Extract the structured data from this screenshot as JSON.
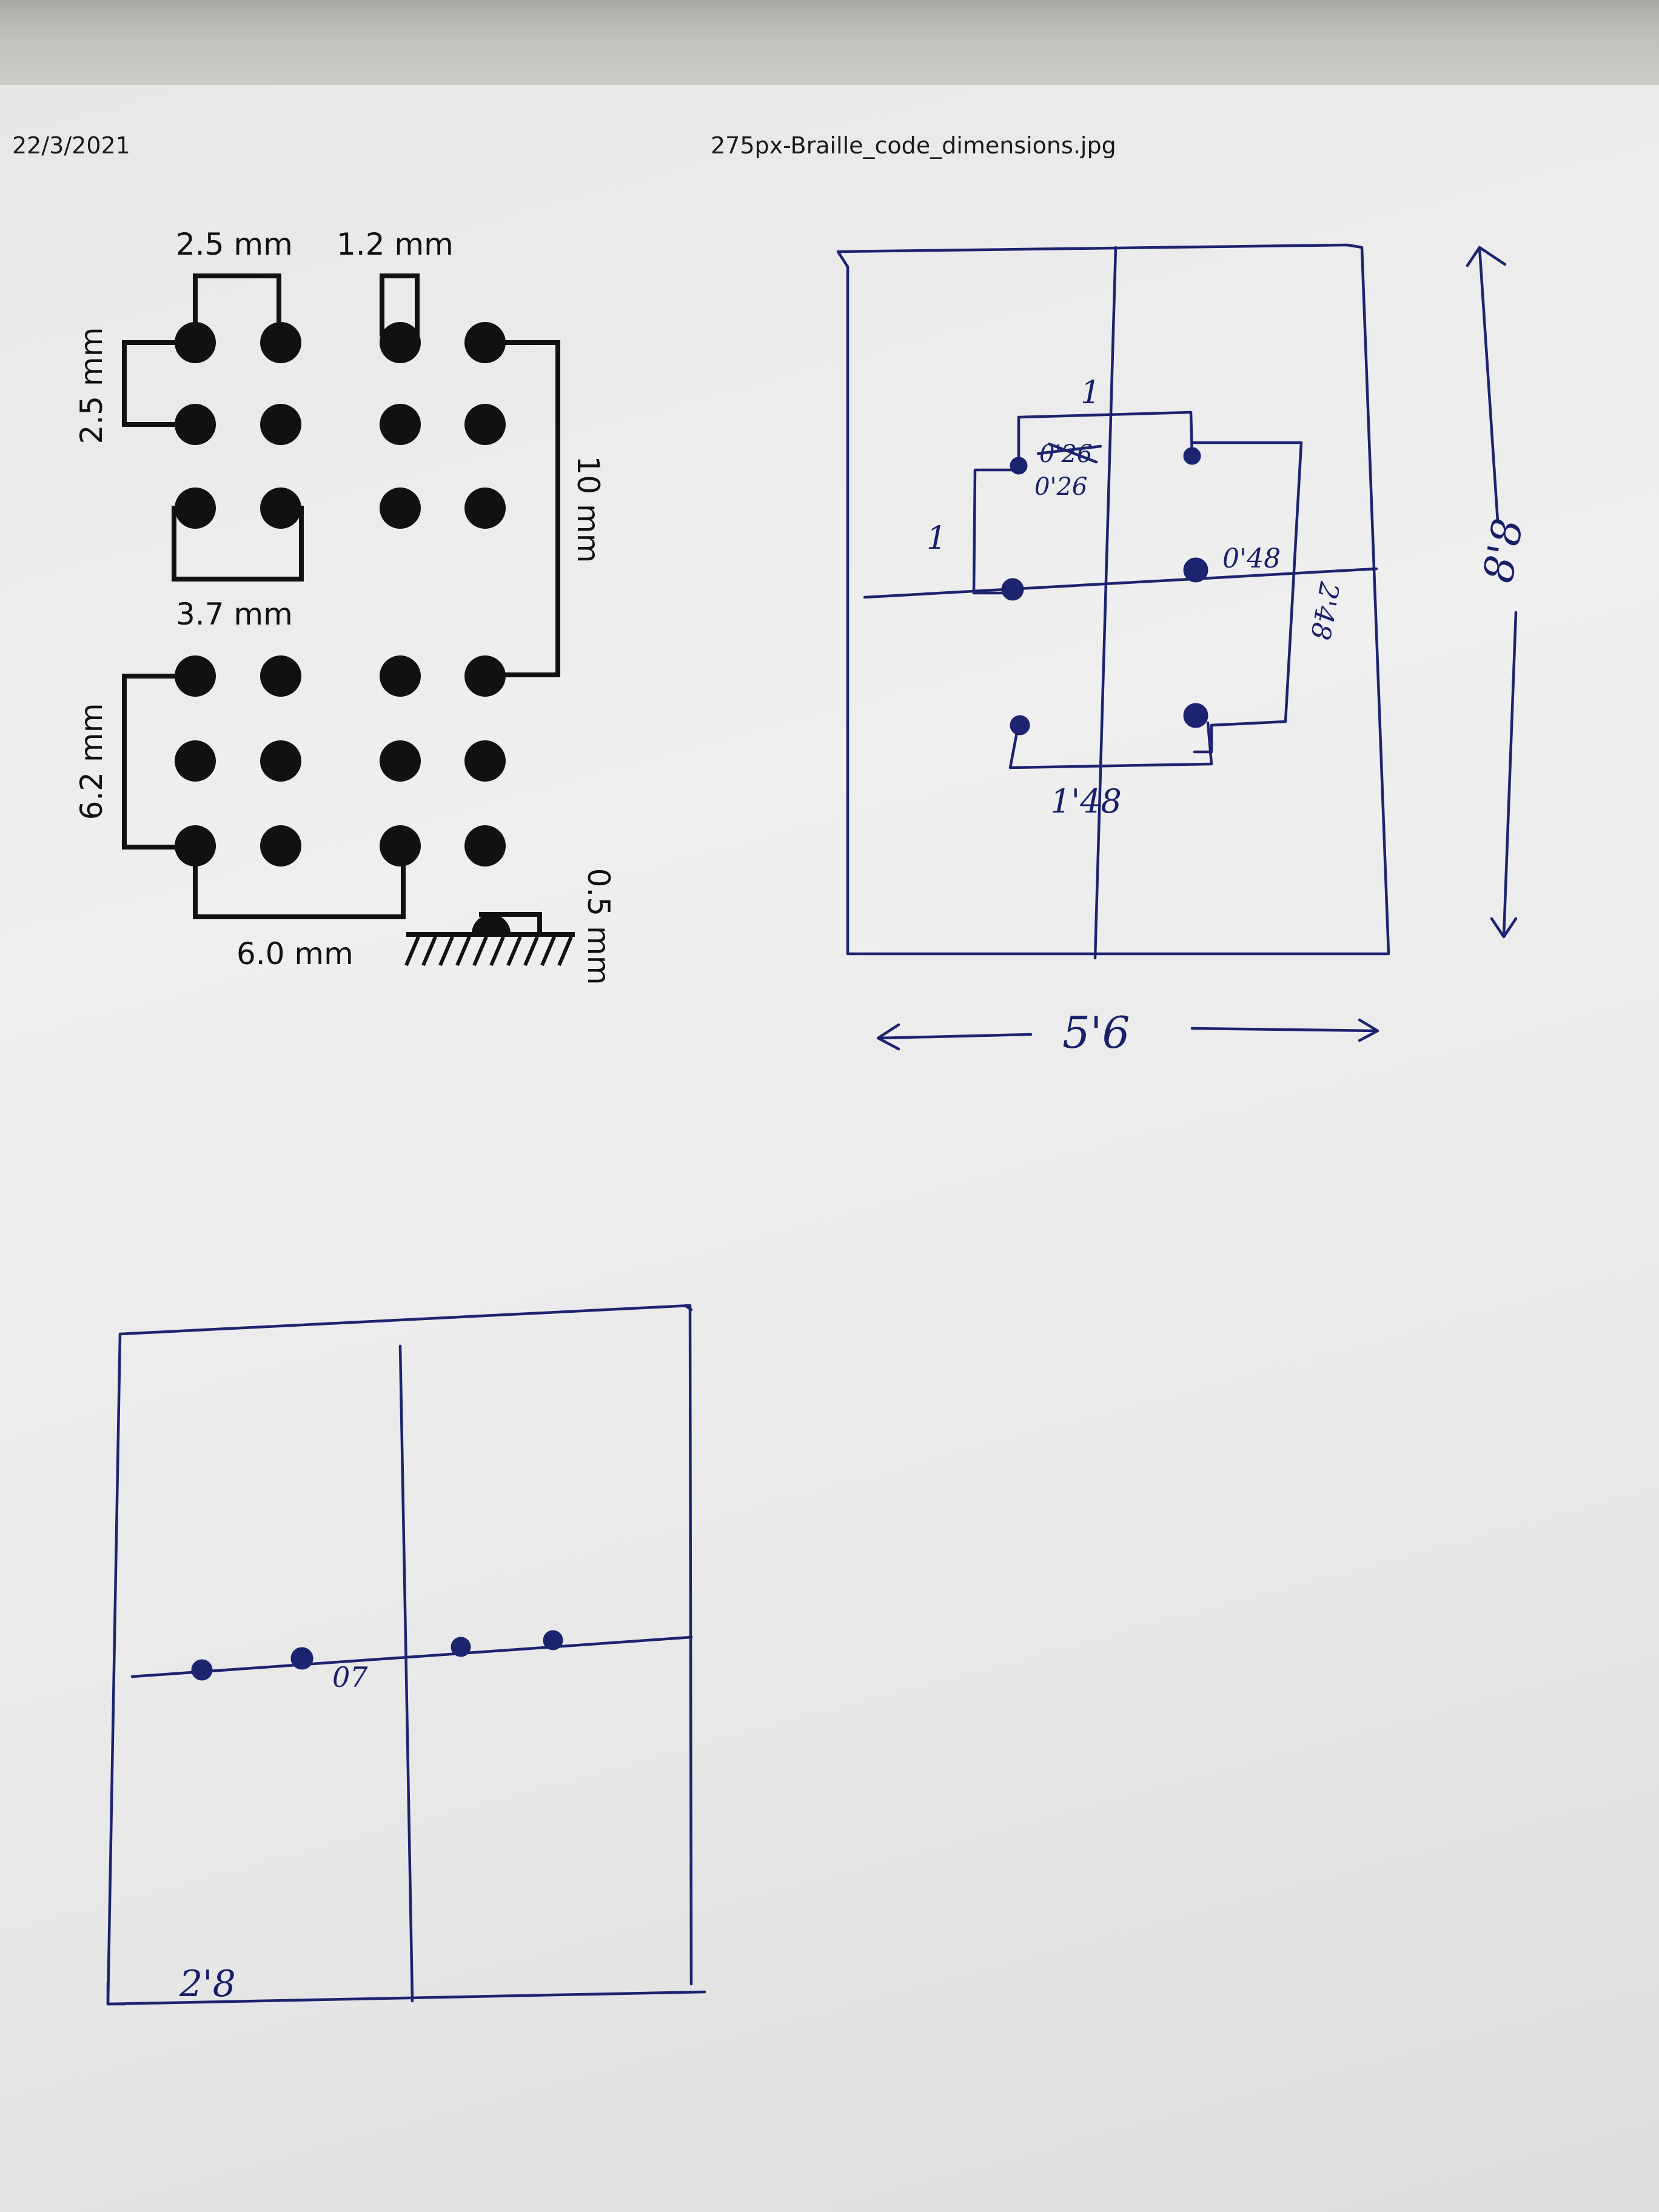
{
  "header": {
    "date": "22/3/2021",
    "filename": "275px-Braille_code_dimensions.jpg"
  },
  "braille_figure": {
    "labels": {
      "dot_spacing": "2.5 mm",
      "dot_diameter": "1.2 mm",
      "row_spacing": "2.5 mm",
      "cell_height": "10 mm",
      "cell_spacing": "3.7 mm",
      "line_spacing": "6.2 mm",
      "cell_width": "6.0 mm",
      "dot_height": "0.5 mm"
    }
  },
  "sketch_top": {
    "labels": {
      "top_gap": "1",
      "left_gap": "1",
      "dot_size_struck": "0'26",
      "dot_size": "0'26",
      "right_dot_gap": "0'48",
      "side_gap": "2'48",
      "bottom_gap": "1'48",
      "height": "8'8",
      "width": "5'6"
    }
  },
  "sketch_bottom": {
    "labels": {
      "mid_gap": "07",
      "bottom_mark": "2'8"
    }
  },
  "colors": {
    "ink": "#1c2470",
    "print": "#111111",
    "paper": "#e8e8e8"
  }
}
